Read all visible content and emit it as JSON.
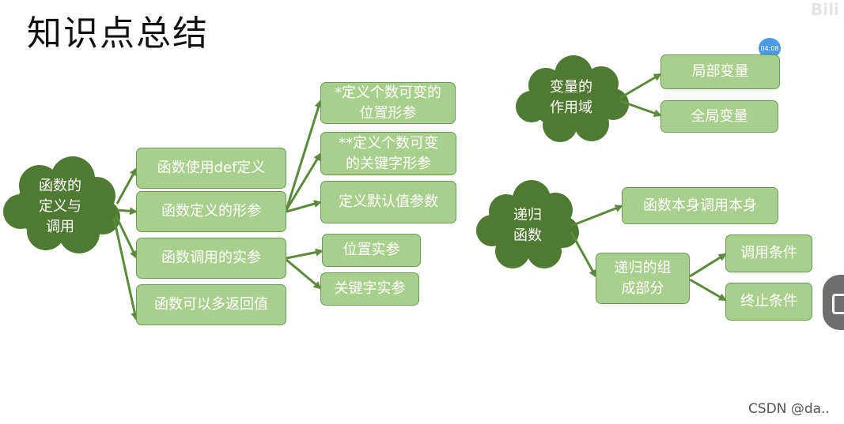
{
  "title": "知识点总结",
  "badge_time": "04:08",
  "watermark": "CSDN @da..",
  "colors": {
    "box_fill": "#a8d08d",
    "box_border": "#6a9a55",
    "cloud_fill": "#4f7a32",
    "arrow": "#5b8a3a"
  },
  "section1": {
    "root": "函数的\n定义与\n调用",
    "items": [
      "函数使用def定义",
      "函数定义的形参",
      "函数调用的实参",
      "函数可以多返回值"
    ],
    "formal_params": [
      "*定义个数可变的\n位置形参",
      "**定义个数可变\n的关键字形参",
      "定义默认值参数"
    ],
    "actual_params": [
      "位置实参",
      "关键字实参"
    ]
  },
  "section2": {
    "root": "变量的\n作用域",
    "items": [
      "局部变量",
      "全局变量"
    ]
  },
  "section3": {
    "root": "递归\n函数",
    "items": [
      "函数本身调用本身",
      "递归的组\n成部分"
    ],
    "parts": [
      "调用条件",
      "终止条件"
    ]
  }
}
